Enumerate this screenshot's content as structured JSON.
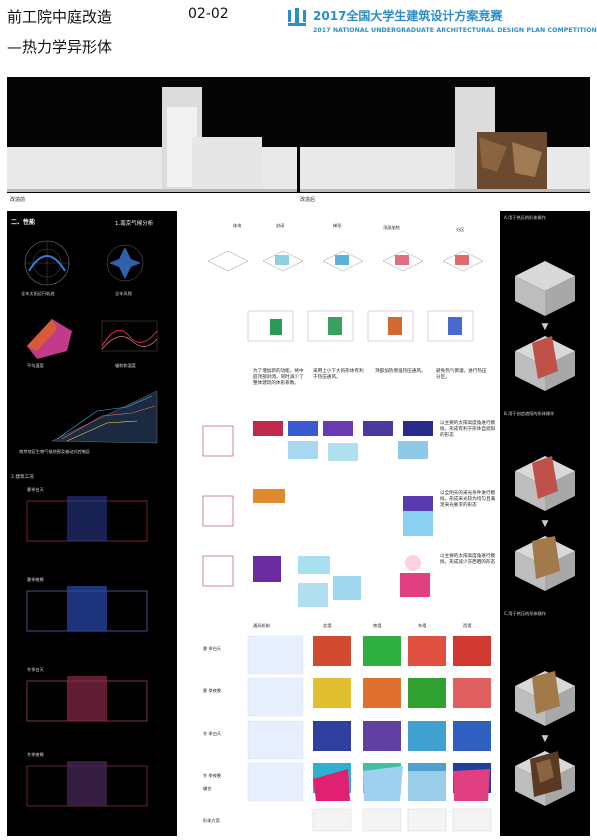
{
  "header": {
    "title_line1": "前工院中庭改造",
    "title_line2": "—热力学异形体",
    "code": "02-02",
    "competition_cn": "2017全国大学生建筑设计方案竞赛",
    "competition_en": "2017 NATIONAL UNDERGRADUATE ARCHITECTURAL DESIGN PLAN COMPETITION"
  },
  "hero": {
    "left_label": "改造前",
    "right_label": "改造后"
  },
  "analysis": {
    "section_title": "二、性能",
    "subsection_title": "1.南京气候分析",
    "climate_captions": [
      "全年太阳运行轨迹",
      "全年风频",
      "平均温度",
      "辐射和温度",
      "南京地区生物气候地图及被动式控制区"
    ],
    "subsection2_title": "2.建筑工况",
    "cases": [
      "夏季白天",
      "夏季夜晚",
      "冬季白天",
      "冬季夜晚"
    ]
  },
  "middle": {
    "steps": [
      "体块",
      "封闭",
      "梯形",
      "顶部加热",
      "分区"
    ],
    "texts": [
      "为了增加新的功能，将中庭顶部封闭。同时减少了整体建筑的体形系数。",
      "采用上小下大的形体有利于热压通风。",
      "顶部加热增强热压通风。",
      "避免热气倒灌，进行热压分区。"
    ],
    "side_texts": [
      "以主要的太阳高度角进行模拟，形成有利于形体自遮阳的形态",
      "以全阴天的采光条件进行模拟，形成采光较为均匀且满足采光要求的形态",
      "以主要的太阳高度角进行模拟，形成减少东西晒的形态"
    ],
    "table_headers": [
      "通风机制",
      "北墙",
      "南墙",
      "东墙",
      "西墙"
    ],
    "row_labels": [
      "夏 季白天",
      "夏 季夜晚",
      "冬 季白天",
      "冬 季夜晚",
      "耦合",
      "形体方案"
    ]
  },
  "right": {
    "labels": [
      "A.用于热压的形体操作",
      "B.用于创造遮阳的形体操作",
      "C.用于热压的形体操作"
    ]
  }
}
